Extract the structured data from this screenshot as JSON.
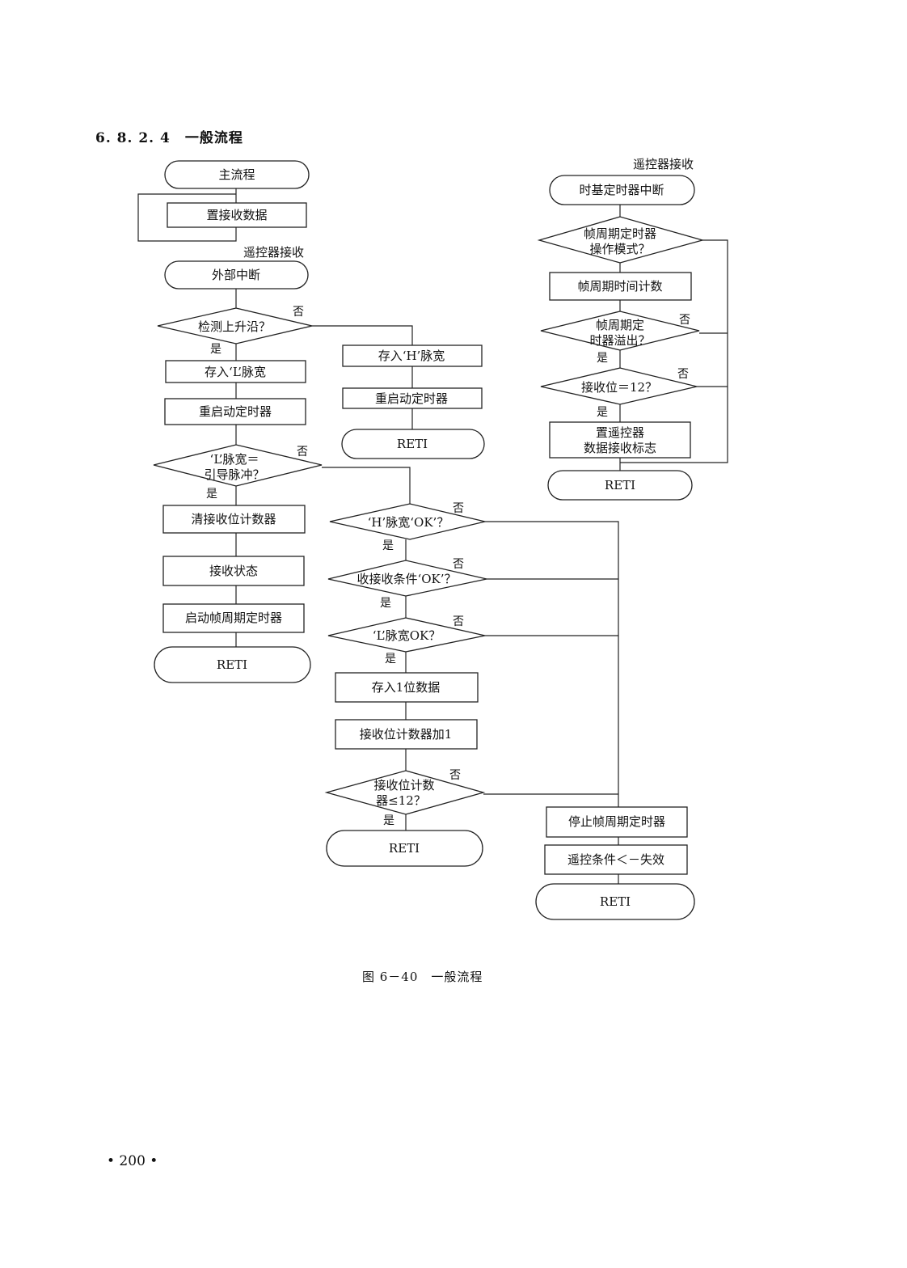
{
  "section_heading": "6. 8. 2. 4　一般流程",
  "caption": "图 6－40　一般流程",
  "page_number": "• 200 •",
  "main_flow": {
    "start": "主流程",
    "set_receive_data": "置接收数据"
  },
  "external_interrupt": {
    "title": "遥控器接收",
    "start": "外部中断",
    "detect_rising_edge": "检测上升沿？",
    "store_l_width": "存入‘L’脉宽",
    "restart_timer": "重启动定时器",
    "l_width_decision": [
      "‘L’脉宽＝",
      "引导脉冲？"
    ],
    "clear_bit_counter": "清接收位计数器",
    "receive_state": "接收状态",
    "start_frame_timer": "启动帧周期定时器",
    "reti": "RETI"
  },
  "rising_no_branch": {
    "store_h_width": "存入‘H’脉宽",
    "restart_timer": "重启动定时器",
    "reti": "RETI"
  },
  "data_branch": {
    "h_width_ok": "‘H’脉宽‘OK’？",
    "receive_condition_ok": "收接收条件‘OK’？",
    "l_width_ok": "‘L’脉宽OK？",
    "store_one_bit": "存入1位数据",
    "bit_counter_plus_one": "接收位计数器加1",
    "bit_count_decision": [
      "接收位计数",
      "器≤12？"
    ],
    "reti": "RETI"
  },
  "failure_branch": {
    "stop_frame_timer": "停止帧周期定时器",
    "condition_invalid": "遥控条件＜－失效",
    "reti": "RETI"
  },
  "timer_interrupt": {
    "title": "遥控器接收",
    "start": "时基定时器中断",
    "mode_decision": [
      "帧周期定时器",
      "操作模式？"
    ],
    "frame_time_count": "帧周期时间计数",
    "overflow_decision": [
      "帧周期定",
      "时器溢出？"
    ],
    "bits_equal_12": "接收位＝12？",
    "set_flag": [
      "置遥控器",
      "数据接收标志"
    ],
    "reti": "RETI"
  },
  "labels": {
    "yes": "是",
    "no": "否"
  }
}
